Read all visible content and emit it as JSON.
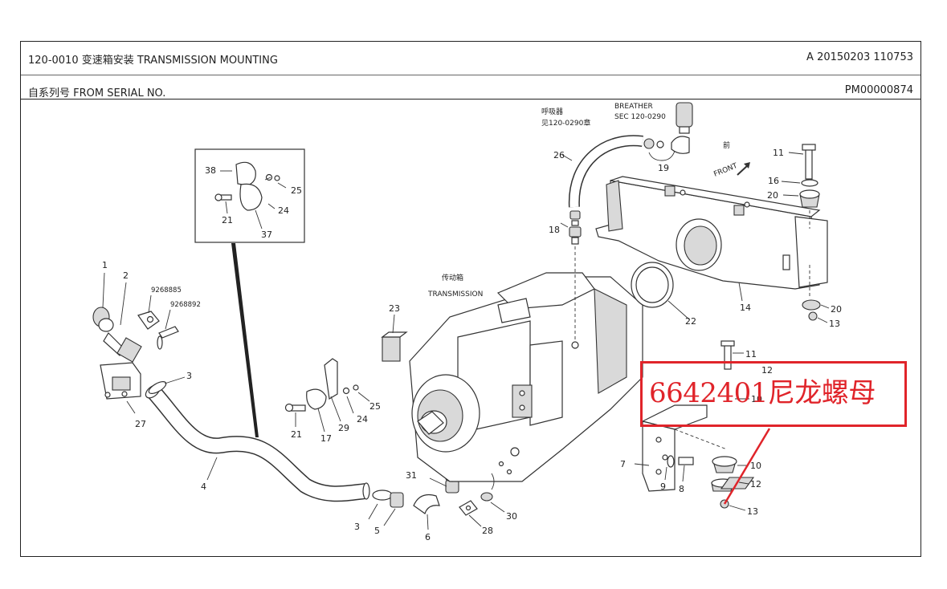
{
  "header": {
    "title": "120-0010 变速箱安装   TRANSMISSION MOUNTING",
    "serial_label": "自系列号   FROM SERIAL   NO.",
    "doc_ref": "A 20150203 110753",
    "pm_code": "PM00000874"
  },
  "labels": {
    "breather_cn": "呼吸器",
    "breather_cn_ref": "见120-0290章",
    "breather_en": "BREATHER",
    "breather_ref": "SEC 120-0290",
    "front_cn": "前",
    "front_en": "FRONT",
    "transmission_cn": "传动箱",
    "transmission_en": "TRANSMISSION",
    "sub_part_a": "9268885",
    "sub_part_b": "9268892"
  },
  "callouts": {
    "c1": "1",
    "c2": "2",
    "c3a": "3",
    "c3b": "3",
    "c4": "4",
    "c5": "5",
    "c6": "6",
    "c7": "7",
    "c8": "8",
    "c9": "9",
    "c10a": "10",
    "c10b": "10",
    "c11a": "11",
    "c11b": "11",
    "c12a": "12",
    "c12b": "12",
    "c13a": "13",
    "c13b": "13",
    "c14": "14",
    "c16": "16",
    "c17": "17",
    "c18": "18",
    "c19": "19",
    "c20a": "20",
    "c20b": "20",
    "c21a": "21",
    "c21b": "21",
    "c22": "22",
    "c23": "23",
    "c24a": "24",
    "c24b": "24",
    "c25a": "25",
    "c25b": "25",
    "c26": "26",
    "c27": "27",
    "c28": "28",
    "c29": "29",
    "c30": "30",
    "c31": "31",
    "c37": "37",
    "c38": "38"
  },
  "annotation": {
    "text": "6642401尼龙螺母",
    "color": "#e0242a"
  }
}
